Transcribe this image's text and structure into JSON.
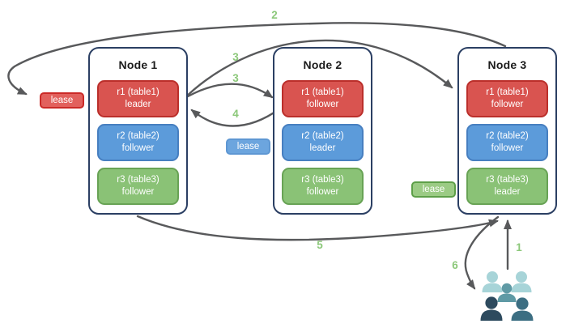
{
  "diagram_type": "leaseholder-replication-diagram",
  "nodes": [
    {
      "title": "Node 1",
      "replicas": [
        {
          "label": "r1 (table1)",
          "role": "leader",
          "color": "red"
        },
        {
          "label": "r2 (table2)",
          "role": "follower",
          "color": "blue"
        },
        {
          "label": "r3 (table3)",
          "role": "follower",
          "color": "green"
        }
      ]
    },
    {
      "title": "Node 2",
      "replicas": [
        {
          "label": "r1 (table1)",
          "role": "follower",
          "color": "red"
        },
        {
          "label": "r2 (table2)",
          "role": "leader",
          "color": "blue"
        },
        {
          "label": "r3 (table3)",
          "role": "follower",
          "color": "green"
        }
      ]
    },
    {
      "title": "Node 3",
      "replicas": [
        {
          "label": "r1 (table1)",
          "role": "follower",
          "color": "red"
        },
        {
          "label": "r2 (table2)",
          "role": "follower",
          "color": "blue"
        },
        {
          "label": "r3 (table3)",
          "role": "leader",
          "color": "green"
        }
      ]
    }
  ],
  "leases": [
    {
      "label": "lease",
      "color": "#e2615d"
    },
    {
      "label": "lease",
      "color": "#6ca5de"
    },
    {
      "label": "lease",
      "color": "#9bcb84"
    }
  ],
  "steps": [
    {
      "text": "1"
    },
    {
      "text": "2"
    },
    {
      "text": "3"
    },
    {
      "text": "3"
    },
    {
      "text": "4"
    },
    {
      "text": "5"
    },
    {
      "text": "6"
    }
  ],
  "icons": {
    "users": "users-icon"
  },
  "colors": {
    "replica_red": "#d95450",
    "replica_red_border": "#bb2f2b",
    "replica_blue": "#5c9bda",
    "replica_blue_border": "#477fc0",
    "replica_green": "#8ac276",
    "replica_green_border": "#68a355",
    "lease_red": "#e2615d",
    "lease_blue": "#6ca5de",
    "lease_green": "#9bcb84",
    "node_border": "#2b3f63",
    "arrow_gray": "#58595b",
    "step_green": "#8cc87a",
    "users_light_teal": "#a7d4d8",
    "users_medium_teal": "#5f9aa5",
    "users_dark_navy": "#2d4a5e",
    "users_dark_teal": "#3c6e82"
  }
}
